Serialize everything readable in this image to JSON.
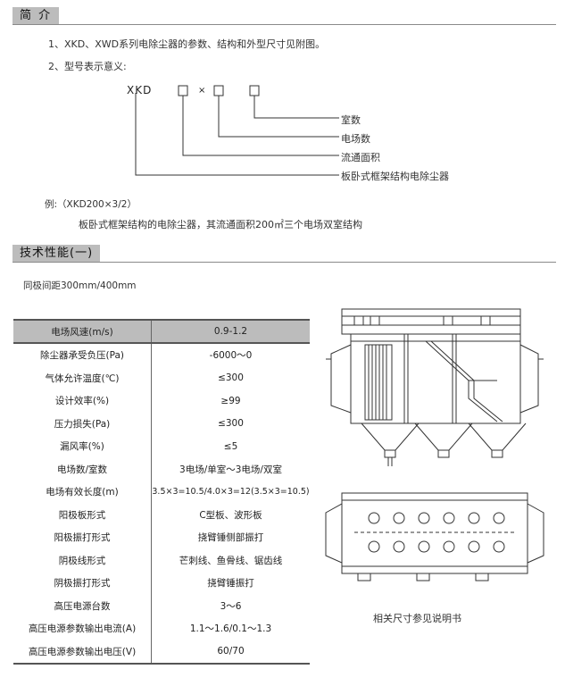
{
  "intro": {
    "heading": "简 介",
    "lines": [
      "1、XKD、XWD系列电除尘器的参数、结构和外型尺寸见附图。",
      "2、型号表示意义:"
    ],
    "model_prefix": "XKD",
    "model_sep": "×",
    "legend": [
      "室数",
      "电场数",
      "流通面积",
      "板卧式框架结构电除尘器"
    ],
    "example_label": "例:（XKD200×3/2）",
    "example_text": "板卧式框架结构的电除尘器，其流通面积200㎡三个电场双室结构"
  },
  "perf": {
    "heading": "技术性能(一)",
    "subtitle": "同极间距300mm/400mm",
    "rows": [
      {
        "name": "电场风速(m/s)",
        "value": "0.9-1.2"
      },
      {
        "name": "除尘器承受负压(Pa)",
        "value": "-6000～0"
      },
      {
        "name": "气体允许温度(℃)",
        "value": "≤300"
      },
      {
        "name": "设计效率(%)",
        "value": "≥99"
      },
      {
        "name": "压力损失(Pa)",
        "value": "≤300"
      },
      {
        "name": "漏风率(%)",
        "value": "≤5"
      },
      {
        "name": "电场数/室数",
        "value": "3电场/单室～3电场/双室"
      },
      {
        "name": "电场有效长度(m)",
        "value": "3.5×3=10.5/4.0×3=12(3.5×3=10.5)"
      },
      {
        "name": "阳极板形式",
        "value": "C型板、波形板"
      },
      {
        "name": "阳极振打形式",
        "value": "挠臂锤侧部振打"
      },
      {
        "name": "阴极线形式",
        "value": "芒刺线、鱼骨线、锯齿线"
      },
      {
        "name": "阴极振打形式",
        "value": "挠臂锤振打"
      },
      {
        "name": "高压电源台数",
        "value": "3～6"
      },
      {
        "name": "高压电源参数输出电流(A)",
        "value": "1.1～1.6/0.1～1.3"
      },
      {
        "name": "高压电源参数输出电压(V)",
        "value": "60/70"
      }
    ]
  },
  "drawing": {
    "caption": "相关尺寸参见说明书"
  }
}
